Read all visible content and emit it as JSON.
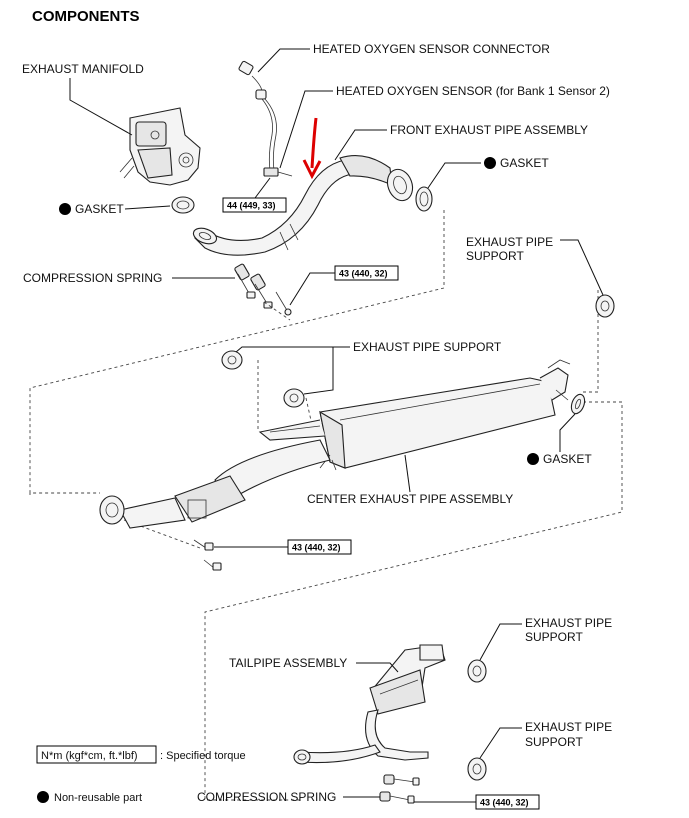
{
  "title": "COMPONENTS",
  "labels": {
    "exhaust_manifold": "EXHAUST MANIFOLD",
    "heated_oxygen_sensor_connector": "HEATED OXYGEN SENSOR CONNECTOR",
    "heated_oxygen_sensor": "HEATED OXYGEN SENSOR (for Bank 1 Sensor 2)",
    "front_exhaust_pipe_assembly": "FRONT EXHAUST PIPE ASSEMBLY",
    "gasket_top_right": "GASKET",
    "gasket_left": "GASKET",
    "compression_spring_top": "COMPRESSION SPRING",
    "exhaust_pipe_support_right_line1": "EXHAUST PIPE",
    "exhaust_pipe_support_right_line2": "SUPPORT",
    "exhaust_pipe_support_mid": "EXHAUST PIPE SUPPORT",
    "gasket_mid": "GASKET",
    "center_exhaust_pipe_assembly": "CENTER EXHAUST PIPE ASSEMBLY",
    "tailpipe_assembly": "TAILPIPE ASSEMBLY",
    "exhaust_pipe_support_low1_line1": "EXHAUST PIPE",
    "exhaust_pipe_support_low1_line2": "SUPPORT",
    "exhaust_pipe_support_low2_line1": "EXHAUST PIPE",
    "exhaust_pipe_support_low2_line2": "SUPPORT",
    "compression_spring_bottom": "COMPRESSION SPRING"
  },
  "torques": {
    "sensor": "44 (449, 33)",
    "front_pipe_bolt": "43 (440, 32)",
    "center_pipe_bolt": "43 (440, 32)",
    "tailpipe_bolt": "43 (440, 32)"
  },
  "legend": {
    "torque_unit": "N*m (kgf*cm, ft.*lbf)",
    "torque_desc": ": Specified torque",
    "non_reusable": "Non-reusable part"
  },
  "colors": {
    "annotation_arrow": "#dd0000",
    "line": "#111111"
  }
}
